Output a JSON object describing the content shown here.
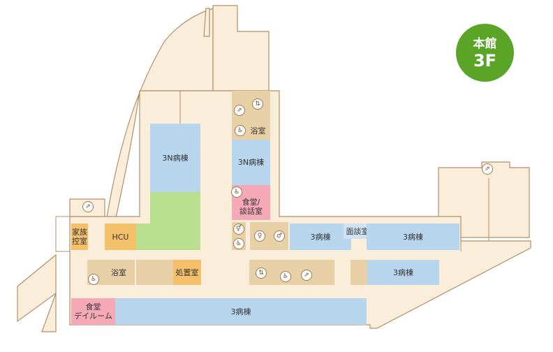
{
  "floor_badge": {
    "building": "本館",
    "floor": "3F"
  },
  "rooms": {
    "ward_3n_left": "3N病棟",
    "ward_3n_right": "3N病棟",
    "bath_upper": "浴室",
    "dining_consult": "食堂/\n談話室",
    "family_room": "家族\n控室",
    "hcu": "HCU",
    "bath_lower": "浴室",
    "treatment_room": "処置室",
    "interview_room": "面談室",
    "ward_3_mid": "3病棟",
    "ward_3_right_top": "3病棟",
    "ward_3_right_bottom": "3病棟",
    "dining_dayroom": "食堂\nデイルーム",
    "ward_3_bottom": "3病棟"
  },
  "icons": {
    "stairs": "stairs-icon",
    "elevator": "elevator-icon",
    "wheelchair": "wheelchair-toilet-icon",
    "restroom": "restroom-icon",
    "female": "female-toilet-icon",
    "male": "male-toilet-icon"
  },
  "colors": {
    "ward": "#b8d5ee",
    "hcu_area": "#b8e08f",
    "dining": "#f5a8b6",
    "staff_room": "#f4c06a",
    "facility": "#e7d0a6",
    "floor": "#faeedb",
    "wall": "#b09069",
    "badge": "#5aa528"
  }
}
